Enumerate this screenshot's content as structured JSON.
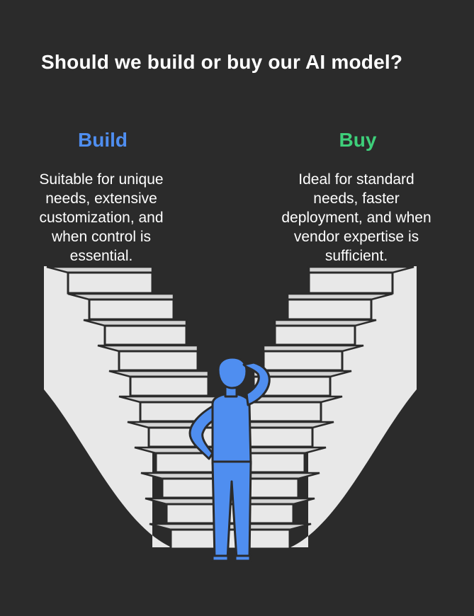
{
  "title": "Should we build or buy our AI model?",
  "options": {
    "build": {
      "label": "Build",
      "description": "Suitable for unique needs, extensive customization, and when control is essential.",
      "color": "#4f8ef0"
    },
    "buy": {
      "label": "Buy",
      "description": "Ideal for standard needs, faster deployment, and when vendor expertise is sufficient.",
      "color": "#3ecf7a"
    }
  },
  "colors": {
    "background": "#2b2b2b",
    "stairs": "#e8e8e8",
    "outline": "#2b2b2b",
    "person": "#4f8ef0"
  },
  "icons": [
    "left-staircase",
    "right-staircase",
    "person-thinking-icon"
  ]
}
